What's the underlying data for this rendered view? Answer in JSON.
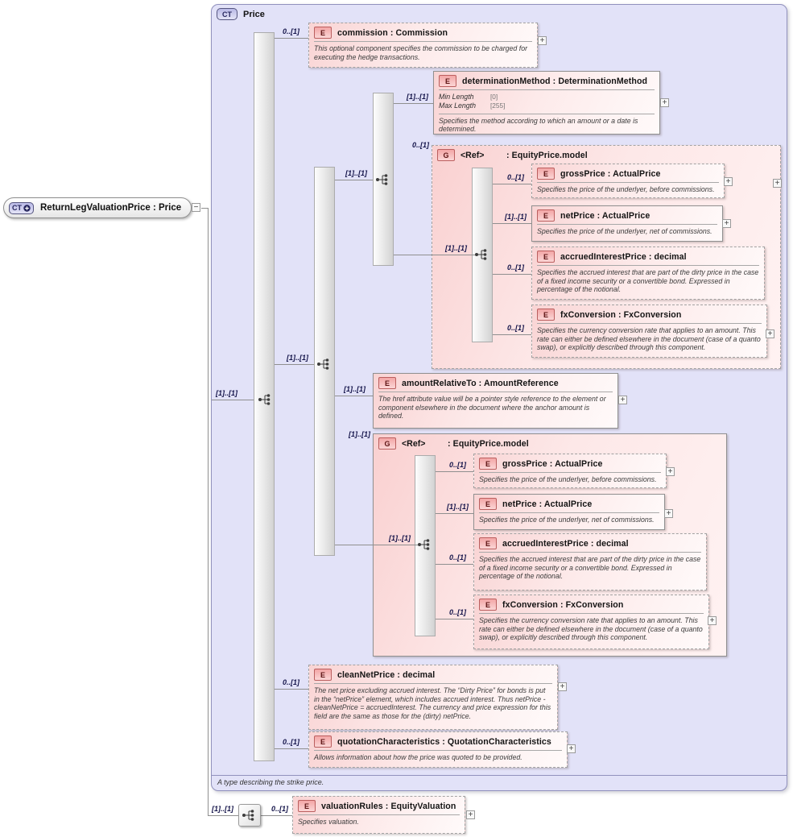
{
  "root": {
    "badge": "CT",
    "title": "ReturnLegValuationPrice : Price"
  },
  "container": {
    "badge": "CT",
    "title": "Price",
    "footer": "A type describing the strike price."
  },
  "symbols": {
    "expand": "+",
    "collapse": "−"
  },
  "sequences": {
    "main": "[1]..[1]",
    "middle": "[1]..[1]",
    "upper": "[1]..[1]",
    "bottom": "[1]..[1]"
  },
  "nodes": {
    "commission": {
      "badge": "E",
      "cardinality": "0..[1]",
      "title": "commission : Commission",
      "doc": "This optional component specifies the commission to be charged for executing the hedge transactions."
    },
    "determinationMethod": {
      "badge": "E",
      "cardinality": "[1]..[1]",
      "title": "determinationMethod : DeterminationMethod",
      "facets": [
        {
          "label": "Min Length",
          "value": "[0]"
        },
        {
          "label": "Max Length",
          "value": "[255]"
        }
      ],
      "doc": "Specifies the method according to which an amount or a date is determined."
    },
    "group1": {
      "badge": "G",
      "cardinality": "0..[1]",
      "name": "<Ref>",
      "type": ": EquityPrice.model",
      "inner_cardinality": "[1]..[1]"
    },
    "group1_grossPrice": {
      "badge": "E",
      "cardinality": "0..[1]",
      "title": "grossPrice : ActualPrice",
      "doc": "Specifies the price of the underlyer, before commissions."
    },
    "group1_netPrice": {
      "badge": "E",
      "cardinality": "[1]..[1]",
      "title": "netPrice : ActualPrice",
      "doc": "Specifies the price of the underlyer, net of commissions."
    },
    "group1_accruedInterestPrice": {
      "badge": "E",
      "cardinality": "0..[1]",
      "title": "accruedInterestPrice : decimal",
      "doc": "Specifies the accrued interest that are part of the dirty price in the case of a fixed income security or a convertible bond. Expressed in percentage of the notional."
    },
    "group1_fxConversion": {
      "badge": "E",
      "cardinality": "0..[1]",
      "title": "fxConversion : FxConversion",
      "doc": "Specifies the currency conversion rate that applies to an amount. This rate can either be defined elsewhere in the document (case of a quanto swap), or explicitly described through this component."
    },
    "amountRelativeTo": {
      "badge": "E",
      "cardinality": "[1]..[1]",
      "title": "amountRelativeTo : AmountReference",
      "doc": "The href attribute value will be a pointer style reference to the element or component elsewhere in the document where the anchor amount is defined."
    },
    "group2": {
      "badge": "G",
      "cardinality": "[1]..[1]",
      "name": "<Ref>",
      "type": ": EquityPrice.model",
      "inner_cardinality": "[1]..[1]"
    },
    "group2_grossPrice": {
      "badge": "E",
      "cardinality": "0..[1]",
      "title": "grossPrice : ActualPrice",
      "doc": "Specifies the price of the underlyer, before commissions."
    },
    "group2_netPrice": {
      "badge": "E",
      "cardinality": "[1]..[1]",
      "title": "netPrice : ActualPrice",
      "doc": "Specifies the price of the underlyer, net of commissions."
    },
    "group2_accruedInterestPrice": {
      "badge": "E",
      "cardinality": "0..[1]",
      "title": "accruedInterestPrice : decimal",
      "doc": "Specifies the accrued interest that are part of the dirty price in the case of a fixed income security or a convertible bond. Expressed in percentage of the notional."
    },
    "group2_fxConversion": {
      "badge": "E",
      "cardinality": "0..[1]",
      "title": "fxConversion : FxConversion",
      "doc": "Specifies the currency conversion rate that applies to an amount. This rate can either be defined elsewhere in the document (case of a quanto swap), or explicitly described through this component."
    },
    "cleanNetPrice": {
      "badge": "E",
      "cardinality": "0..[1]",
      "title": "cleanNetPrice : decimal",
      "doc": "The net price excluding accrued interest. The “Dirty Price” for bonds is put in the “netPrice” element, which includes accrued interest. Thus netPrice - cleanNetPrice = accruedInterest. The currency and price expression for this field are the same as those for the (dirty) netPrice."
    },
    "quotationCharacteristics": {
      "badge": "E",
      "cardinality": "0..[1]",
      "title": "quotationCharacteristics : QuotationCharacteristics",
      "doc": "Allows information about how the price was quoted to be provided."
    },
    "valuationRules": {
      "badge": "E",
      "cardinality": "0..[1]",
      "title": "valuationRules : EquityValuation",
      "doc": "Specifies valuation."
    }
  }
}
